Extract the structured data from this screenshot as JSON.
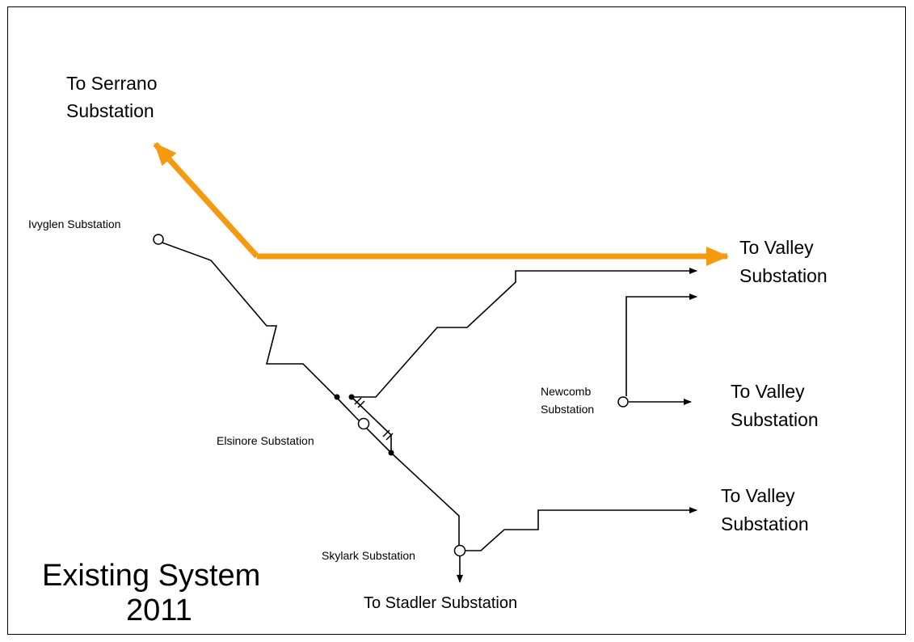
{
  "labels": {
    "serrano_line1": "To Serrano",
    "serrano_line2": "Substation",
    "valley_top_line1": "To Valley",
    "valley_top_line2": "Substation",
    "valley_mid_line1": "To Valley",
    "valley_mid_line2": "Substation",
    "valley_bottom_line1": "To Valley",
    "valley_bottom_line2": "Substation",
    "ivyglen": "Ivyglen Substation",
    "elsinore": "Elsinore Substation",
    "newcomb_line1": "Newcomb",
    "newcomb_line2": "Substation",
    "skylark": "Skylark Substation",
    "stadler": "To Stadler Substation",
    "title_line1": "Existing System",
    "title_line2": "2011"
  },
  "colors": {
    "line": "#000000",
    "highlight": "#f59a0e",
    "background": "#ffffff"
  }
}
